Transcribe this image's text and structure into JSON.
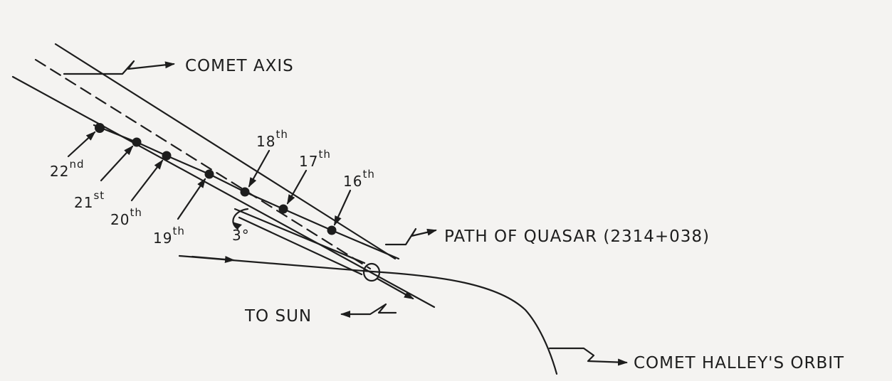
{
  "diagram": {
    "labels": {
      "comet_axis": "COMET AXIS",
      "path_of_quasar": "PATH OF QUASAR (2314+038)",
      "to_sun": "TO SUN",
      "comet_orbit": "COMET HALLEY'S ORBIT",
      "angle": "3°"
    },
    "days": [
      {
        "num": "22",
        "suffix": "nd"
      },
      {
        "num": "21",
        "suffix": "st"
      },
      {
        "num": "20",
        "suffix": "th"
      },
      {
        "num": "19",
        "suffix": "th"
      },
      {
        "num": "18",
        "suffix": "th"
      },
      {
        "num": "17",
        "suffix": "th"
      },
      {
        "num": "16",
        "suffix": "th"
      }
    ],
    "colors": {
      "ink": "#1d1d1d",
      "paper": "#f4f3f1"
    }
  }
}
